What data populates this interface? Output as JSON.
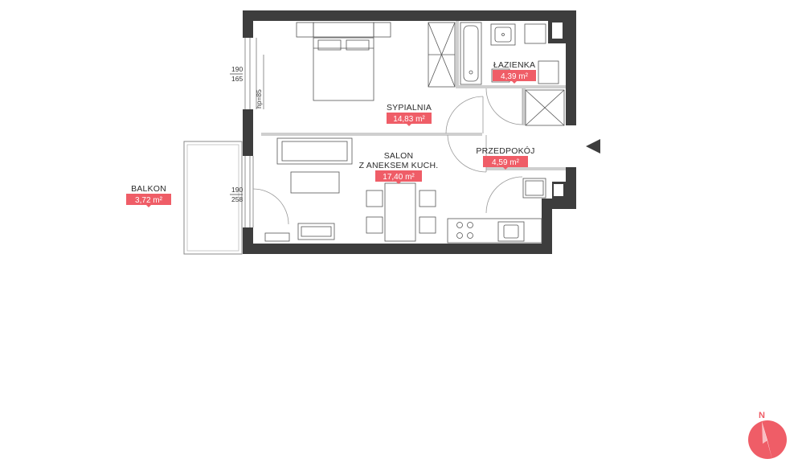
{
  "rooms": {
    "sypialnia": {
      "name": "SYPIALNIA",
      "area": "14,83 m²"
    },
    "lazienka": {
      "name": "ŁAZIENKA",
      "area": "4,39 m²"
    },
    "przedpokoj": {
      "name": "PRZEDPOKÓJ",
      "area": "4,59 m²"
    },
    "salon": {
      "name_line1": "SALON",
      "name_line2": "Z ANEKSEM KUCH.",
      "area": "17,40 m²"
    },
    "balkon": {
      "name": "BALKON",
      "area": "3,72 m²"
    }
  },
  "dimensions": {
    "window_bedroom_top": "190",
    "window_bedroom_bottom": "165",
    "sill_height": "hp=85",
    "window_salon_top": "190",
    "window_salon_bottom": "258"
  },
  "compass": {
    "label": "N"
  },
  "colors": {
    "wall": "#3d3d3d",
    "area_badge": "#ef5d67",
    "compass": "#ef5d67",
    "furniture_stroke": "#555555"
  }
}
